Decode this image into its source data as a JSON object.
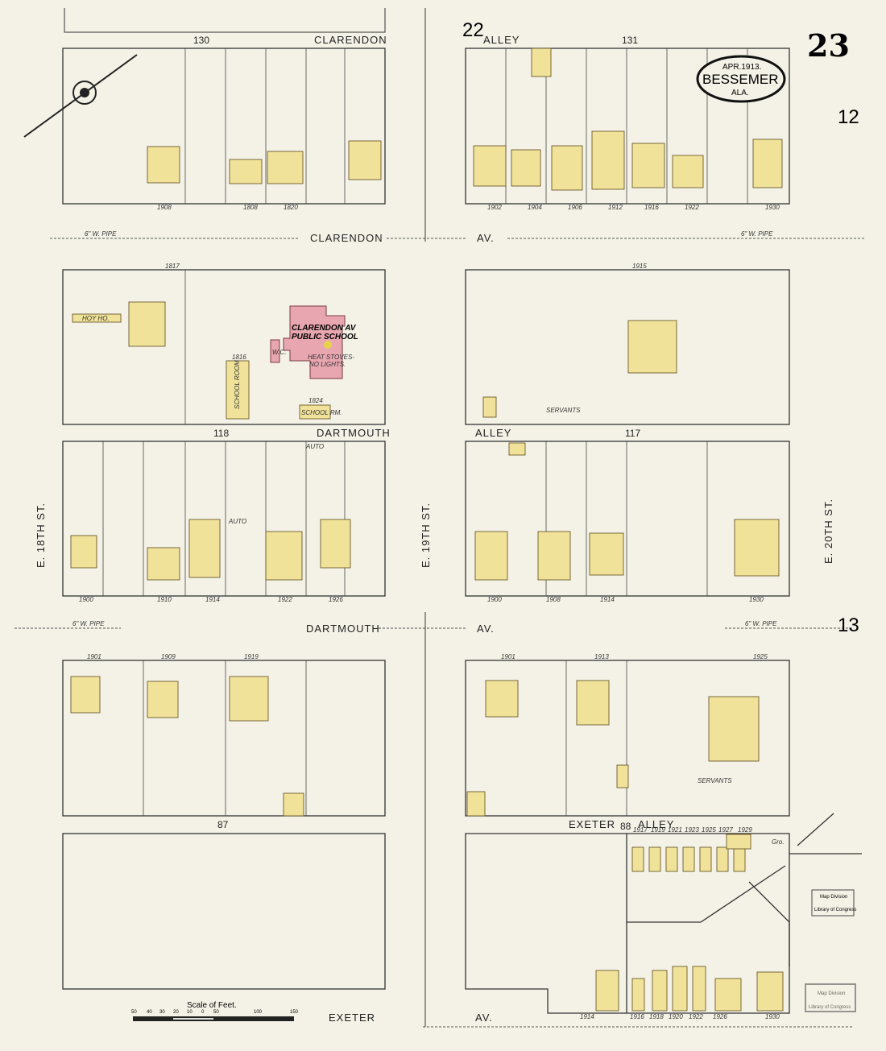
{
  "title": {
    "date": "APR.1913.",
    "city": "BESSEMER",
    "state": "ALA."
  },
  "sheet_number": "23",
  "adjacent_sheets": {
    "north": "22",
    "east_top": "12",
    "east_bottom": "13"
  },
  "streets": {
    "clarendon_top": "CLARENDON",
    "alley_top": "ALLEY",
    "clarendon_av": "CLARENDON",
    "av": "AV.",
    "dartmouth_top": "DARTMOUTH",
    "alley_mid": "ALLEY",
    "dartmouth_av": "DARTMOUTH",
    "exeter_alley_a": "EXETER",
    "exeter_alley_b": "ALLEY",
    "exeter_av": "EXETER",
    "e18": "E. 18TH ST.",
    "e19": "E. 19TH ST.",
    "e20": "E. 20TH ST."
  },
  "blocks": {
    "b130": "130",
    "b131": "131",
    "b118": "118",
    "b117": "117",
    "b87": "87",
    "b88": "88"
  },
  "school": {
    "name1": "CLARENDON AV",
    "name2": "PUBLIC SCHOOL",
    "note1": "HEAT STOVES-",
    "note2": "NO LIGHTS.",
    "wc": "W.C.",
    "school_room": "SCHOOL ROOM",
    "school_rm": "SCHOOL RM.",
    "addr1": "1816",
    "addr2": "1824"
  },
  "labels": {
    "gro": "Gro.",
    "servants": "SERVANTS",
    "auto": "AUTO",
    "gw_pipe": "6\" W. PIPE",
    "hoy": "HOY HO."
  },
  "house_numbers": {
    "b130": [
      "1908",
      "1808",
      "1820"
    ],
    "b131": [
      "1902",
      "1904",
      "1906",
      "1912",
      "1916",
      "1922",
      "1930"
    ],
    "clarendon_w_top": [
      "1817"
    ],
    "clarendon_e_top": [
      "1915"
    ],
    "b118": [
      "1900",
      "1910",
      "1914",
      "1922",
      "1926"
    ],
    "b117": [
      "1900",
      "1908",
      "1914",
      "1930"
    ],
    "dart_w_top": [
      "1901",
      "1909",
      "1919"
    ],
    "dart_e_top": [
      "1901",
      "1913",
      "1925"
    ],
    "b88_top": [
      "1917",
      "1919",
      "1921",
      "1923",
      "1925",
      "1927",
      "1929"
    ],
    "b88_bottom": [
      "1914",
      "1916",
      "1918",
      "1920",
      "1922",
      "1926",
      "1930"
    ]
  },
  "scale": {
    "title": "Scale of Feet.",
    "ticks": [
      "50",
      "40",
      "30",
      "20",
      "10",
      "0",
      "50",
      "100",
      "150"
    ]
  },
  "stamps": {
    "line1": "Map Division",
    "line2": "Library of Congress"
  },
  "colors": {
    "paper": "#f4f2e7",
    "dwelling": "#f1e29a",
    "brick": "#e7a6b0"
  }
}
